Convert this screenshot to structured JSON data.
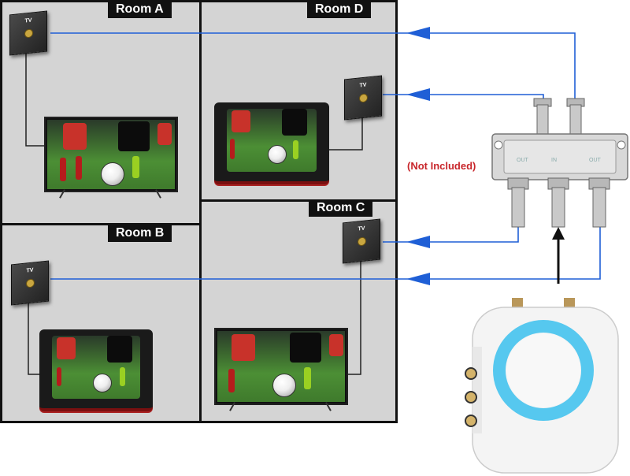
{
  "rooms": {
    "a": {
      "label": "Room A"
    },
    "b": {
      "label": "Room B"
    },
    "c": {
      "label": "Room C"
    },
    "d": {
      "label": "Room D"
    }
  },
  "wallplate_label": "TV",
  "splitter": {
    "note": "(Not Included)",
    "port_label_out": "OUT",
    "port_label_in": "IN"
  },
  "colors": {
    "cable_line": "#1f5fd6",
    "room_bg": "#d4d4d4",
    "label_bg": "#111111",
    "note_text": "#c8262b",
    "device_ring": "#56c8ef"
  },
  "icons": [
    "tv-wallplate-icon",
    "splitter-icon",
    "arrow-icon",
    "streaming-device-icon"
  ]
}
